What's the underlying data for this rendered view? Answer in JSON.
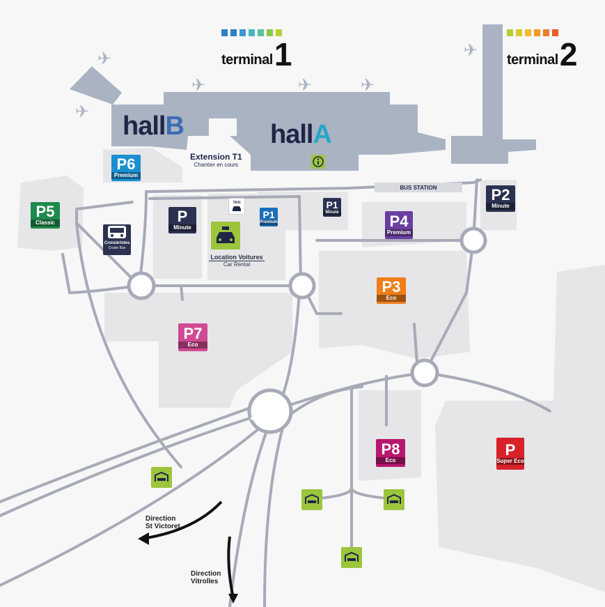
{
  "terminals": {
    "t1": {
      "word": "terminal",
      "number": "1",
      "stripe_colors": [
        "#2e7fc4",
        "#2e7fc4",
        "#3a9bd6",
        "#49b6c4",
        "#5ac19c",
        "#88c84a",
        "#b4cf34"
      ]
    },
    "t2": {
      "word": "terminal",
      "number": "2",
      "stripe_colors": [
        "#b4cf34",
        "#d8c92c",
        "#f2b92a",
        "#f39a2a",
        "#ef7c2b",
        "#e95e2c"
      ]
    }
  },
  "halls": {
    "hall_b": {
      "prefix": "hall",
      "letter": "B"
    },
    "hall_a": {
      "prefix": "hall",
      "letter": "A"
    }
  },
  "extension": {
    "title": "Extension T1",
    "subtitle": "Chantier en cours"
  },
  "bus_station": "BUS STATION",
  "parkings": {
    "p6": {
      "code": "P6",
      "label": "Premium",
      "color": "#1b8fd1"
    },
    "p5": {
      "code": "P5",
      "label": "Classic",
      "color": "#1e8a4c"
    },
    "p1": {
      "code": "P1",
      "label": "Premium",
      "color": "#1b6fb7"
    },
    "p1_minute": {
      "code": "P1",
      "label": "Minute",
      "color": "#2b3150"
    },
    "p_minute_center": {
      "code": "P",
      "label": "Minute",
      "color": "#2b3150"
    },
    "p2": {
      "code": "P2",
      "label": "Minute",
      "color": "#2b3150"
    },
    "p4": {
      "code": "P4",
      "label": "Premium",
      "color": "#6a3fa0"
    },
    "p3": {
      "code": "P3",
      "label": "Eco",
      "color": "#ef7d1a"
    },
    "p7": {
      "code": "P7",
      "label": "Eco",
      "color": "#d04a93"
    },
    "p8": {
      "code": "P8",
      "label": "Eco",
      "color": "#b8186f"
    },
    "p_super": {
      "code": "P",
      "label": "Super Eco",
      "color": "#d8222a"
    }
  },
  "cruise_bus": {
    "title": "Croisiéristes",
    "subtitle": "Cruise Bus"
  },
  "taxi": "TAXI",
  "car_rental": {
    "title": "Location Voitures",
    "subtitle": "Car Rental"
  },
  "directions": {
    "st_victoret": {
      "line1": "Direction",
      "line2": "St Victoret"
    },
    "vitrolles": {
      "line1": "Direction",
      "line2": "Vitrolles"
    }
  },
  "icons": [
    "plane-icon",
    "info-icon",
    "taxi-icon",
    "car-icon",
    "bus-icon",
    "hotel-icon",
    "arrow-icon"
  ]
}
